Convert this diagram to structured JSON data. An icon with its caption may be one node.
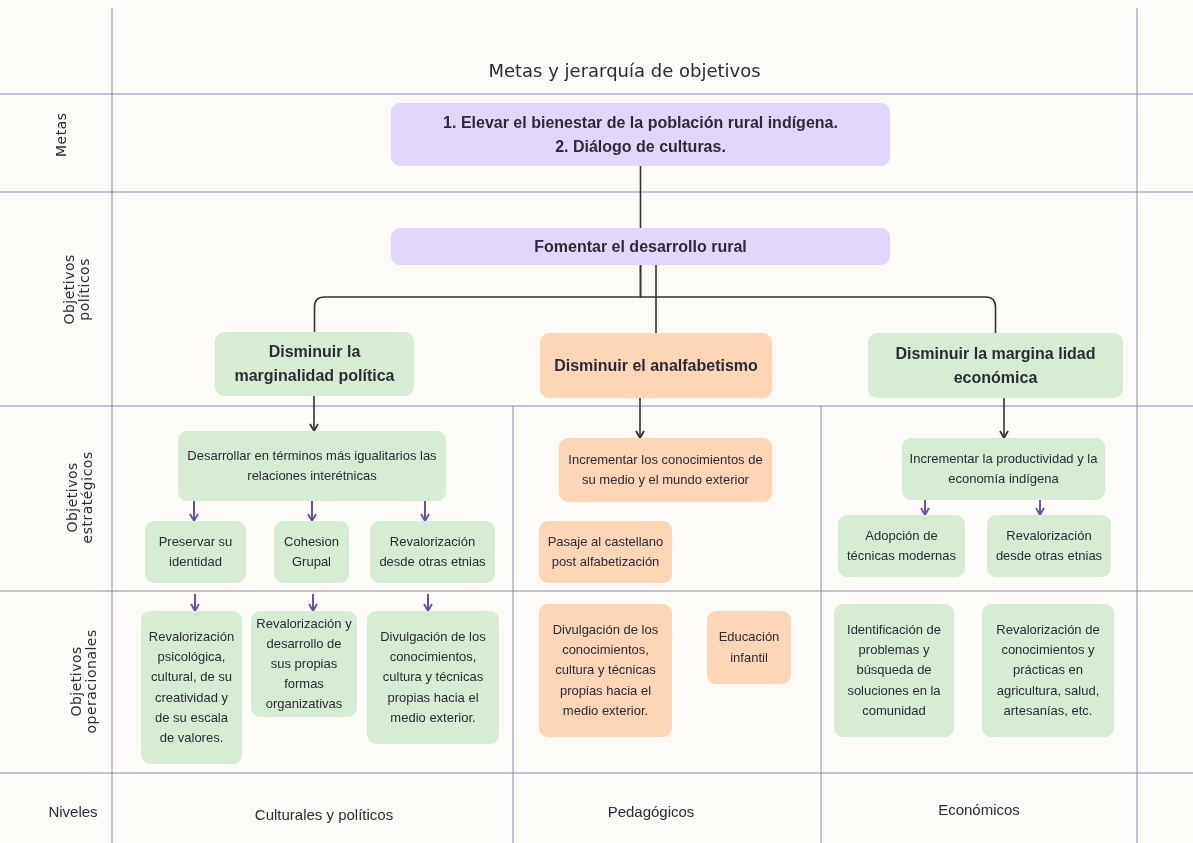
{
  "diagram": {
    "title": "Metas y jerarquía de objetivos",
    "nodes": [
      {
        "text": [
          "1. Elevar el bienestar de la población rural indígena.",
          "2. Diálogo de culturas."
        ]
      },
      {
        "text": [
          "Fomentar el desarrollo rural"
        ]
      },
      {
        "text": [
          "Disminuir la marginalidad política"
        ]
      },
      {
        "text": [
          "Disminuir el analfabetismo"
        ]
      },
      {
        "text": [
          "Disminuir la margina lidad económica"
        ]
      },
      {
        "text": [
          "Desarrollar en términos más igualitarios las relaciones interétnicas"
        ]
      },
      {
        "text": [
          "Preservar su identidad"
        ]
      },
      {
        "text": [
          "Cohesion Grupal"
        ]
      },
      {
        "text": [
          "Revalorización desde otras etnias"
        ]
      },
      {
        "text": [
          "Incrementar los conocimientos de su medio y el mundo exterior"
        ]
      },
      {
        "text": [
          "Pasaje al castellano post alfabetización"
        ]
      },
      {
        "text": [
          "Incrementar la productividad y la economía indígena"
        ]
      },
      {
        "text": [
          "Adopción de técnicas modernas"
        ]
      },
      {
        "text": [
          "Revalorización desde otras etnias"
        ]
      },
      {
        "text": [
          "Revalorización psicológica, cultural, de su creatividad y de su escala de valores."
        ]
      },
      {
        "text": [
          "Revalorización y desarrollo de sus propias formas organizativas"
        ]
      },
      {
        "text": [
          "Divulgación de los conocimientos, cultura y técnicas propias hacia el medio exterior."
        ]
      },
      {
        "text": [
          "Divulgación de los conocimientos, cultura y técnicas propias hacia el medio exterior."
        ]
      },
      {
        "text": [
          "Educación infantil"
        ]
      },
      {
        "text": [
          "Identificación de problemas y búsqueda de soluciones en la comunidad"
        ]
      },
      {
        "text": [
          "Revalorización de conocimientos y prácticas en agricultura, salud, artesanías, etc."
        ]
      }
    ],
    "edges": [
      {
        "from": 0,
        "to": 1,
        "arrow": "none",
        "color": "#333333"
      },
      {
        "from": 1,
        "to": 2,
        "arrow": "none",
        "color": "#333333"
      },
      {
        "from": 1,
        "to": 3,
        "arrow": "none",
        "color": "#333333"
      },
      {
        "from": 1,
        "to": 4,
        "arrow": "none",
        "color": "#333333"
      },
      {
        "from": 2,
        "to": 5,
        "arrow": "to",
        "color": "#333333"
      },
      {
        "from": 3,
        "to": 9,
        "arrow": "to",
        "color": "#333333"
      },
      {
        "from": 4,
        "to": 11,
        "arrow": "to",
        "color": "#333333"
      },
      {
        "from": 5,
        "to": 6,
        "arrow": "to"
      },
      {
        "from": 5,
        "to": 7,
        "arrow": "to"
      },
      {
        "from": 5,
        "to": 8,
        "arrow": "to"
      },
      {
        "from": 6,
        "to": 14,
        "arrow": "to"
      },
      {
        "from": 7,
        "to": 15,
        "arrow": "to"
      },
      {
        "from": 8,
        "to": 16,
        "arrow": "to"
      },
      {
        "from": 11,
        "to": 12,
        "arrow": "to"
      },
      {
        "from": 11,
        "to": 13,
        "arrow": "to"
      }
    ],
    "labels": [
      "Metas",
      "Objetivos políticos",
      "Objetivos estratégicos",
      "Objetivos operacionales",
      "Niveles",
      "Culturales y políticos",
      "Pedagógicos",
      "Económicos"
    ]
  }
}
